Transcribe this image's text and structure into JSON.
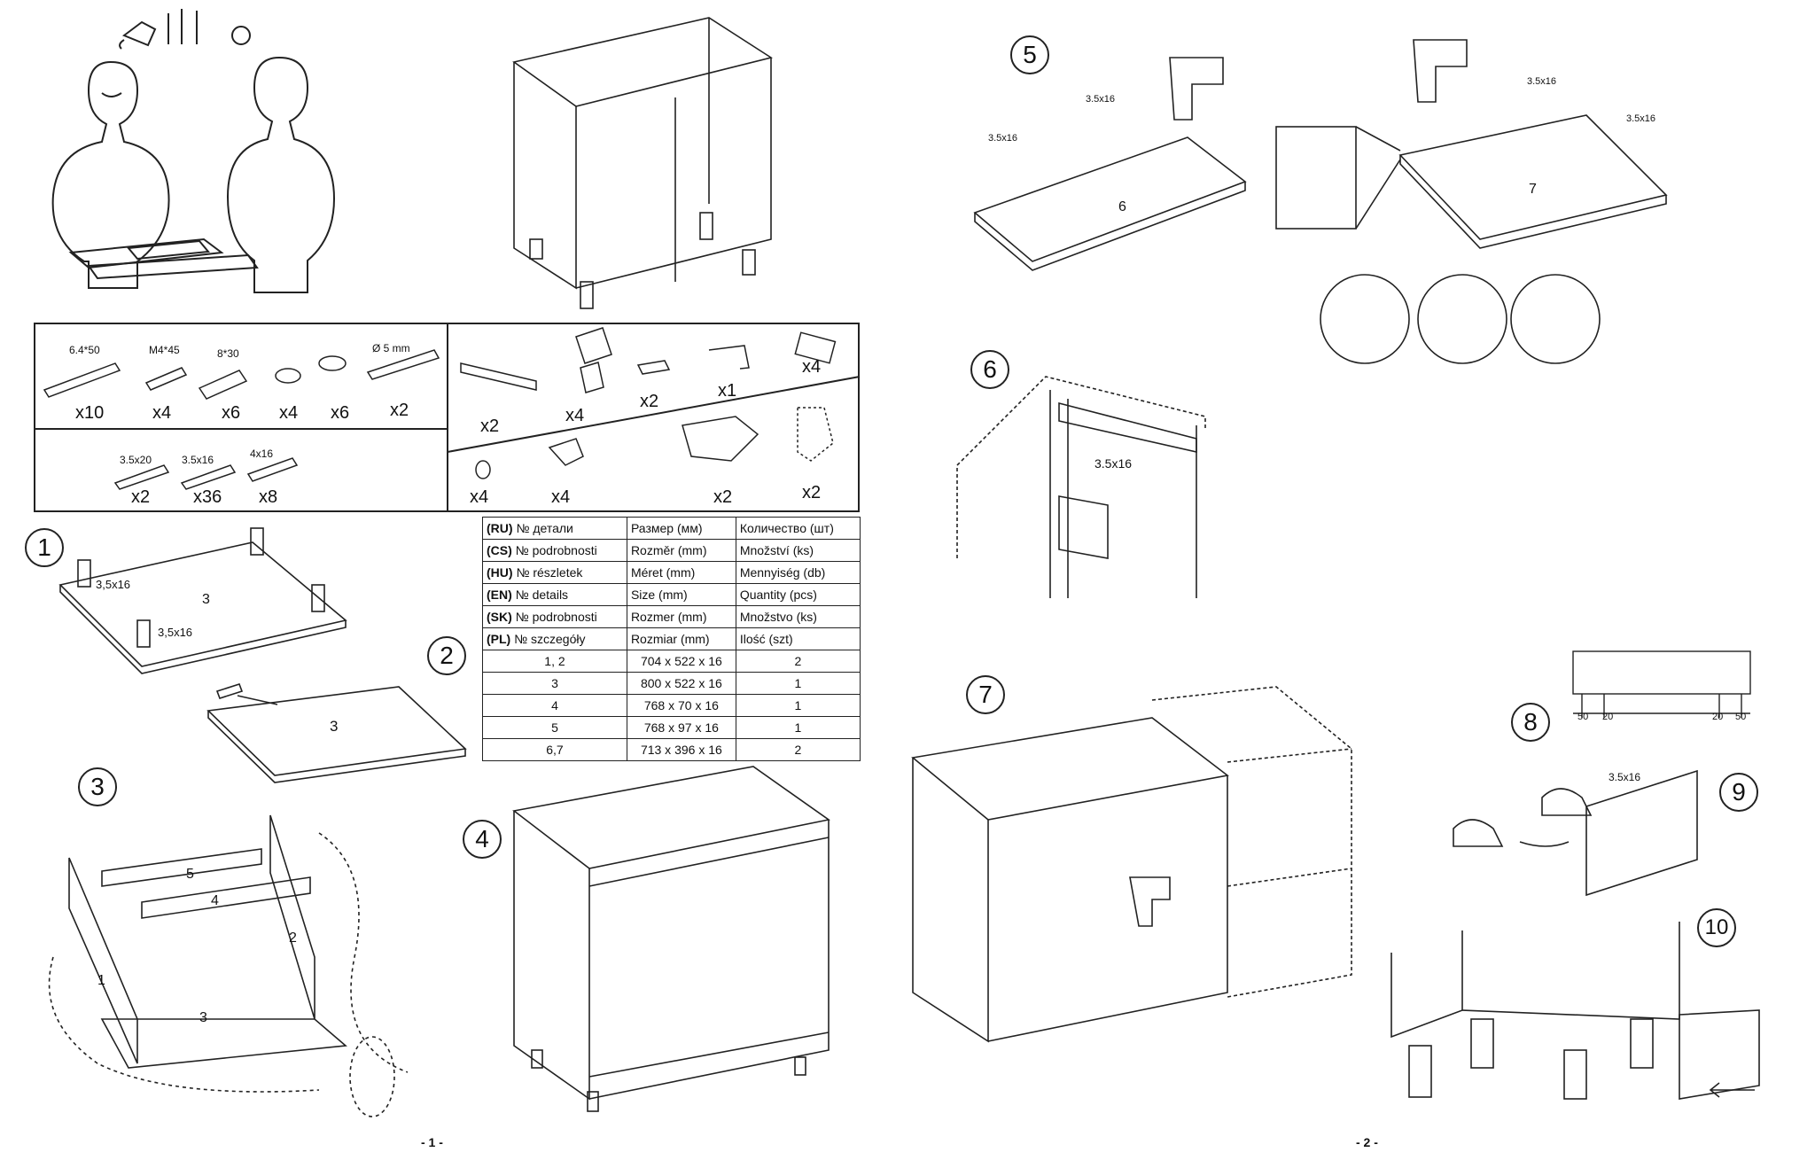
{
  "steps": [
    "1",
    "2",
    "3",
    "4",
    "5",
    "6",
    "7",
    "8",
    "9",
    "10"
  ],
  "page_numbers": [
    "- 1 -",
    "- 2 -"
  ],
  "hardware": {
    "screws_top": [
      {
        "label": "6.4*50",
        "count": "x10"
      },
      {
        "label": "M4*45",
        "count": "x4"
      },
      {
        "label": "8*30",
        "count": "x6"
      },
      {
        "label": "",
        "count": "x4"
      },
      {
        "label": "",
        "count": "x6"
      },
      {
        "label": "Ø 5 mm",
        "count": "x2"
      }
    ],
    "screws_bottom": [
      {
        "label": "3.5x20",
        "count": "x2"
      },
      {
        "label": "3.5x16",
        "count": "x36"
      },
      {
        "label": "4x16",
        "count": "x8"
      }
    ],
    "fittings": [
      "x2",
      "x4",
      "x2",
      "x1",
      "x4",
      "x4",
      "x4",
      "x2",
      "x2"
    ]
  },
  "table": {
    "header_rows": [
      {
        "code": "(RU)",
        "part": "№ детали",
        "size": "Размер  (мм)",
        "qty": "Количество (шт)"
      },
      {
        "code": "(CS)",
        "part": "№ podrobnosti",
        "size": "Rozměr (mm)",
        "qty": "Množství (ks)"
      },
      {
        "code": "(HU)",
        "part": "№ részletek",
        "size": "Méret (mm)",
        "qty": "Mennyiség (db)"
      },
      {
        "code": "(EN)",
        "part": "№ details",
        "size": "Size (mm)",
        "qty": "Quantity  (pcs)"
      },
      {
        "code": "(SK)",
        "part": "№ podrobnosti",
        "size": "Rozmer (mm)",
        "qty": "Množstvo (ks)"
      },
      {
        "code": "(PL)",
        "part": "№ szczegóły",
        "size": "Rozmiar (mm)",
        "qty": "Ilość (szt)"
      }
    ],
    "rows": [
      {
        "part": "1, 2",
        "size": "704 x 522 x 16",
        "qty": "2"
      },
      {
        "part": "3",
        "size": "800 x 522 x 16",
        "qty": "1"
      },
      {
        "part": "4",
        "size": "768 x 70 x 16",
        "qty": "1"
      },
      {
        "part": "5",
        "size": "768 x 97 x 16",
        "qty": "1"
      },
      {
        "part": "6,7",
        "size": "713 x 396 x 16",
        "qty": "2"
      }
    ]
  },
  "labels": {
    "screw_3_5x16": "3,5x16",
    "screw_3_5x16b": "3.5x16",
    "panel_3": "3",
    "panel_1": "1",
    "panel_2": "2",
    "panel_4": "4",
    "panel_5": "5",
    "panel_6": "6",
    "panel_7": "7",
    "dim_50": "50",
    "dim_20": "20"
  }
}
